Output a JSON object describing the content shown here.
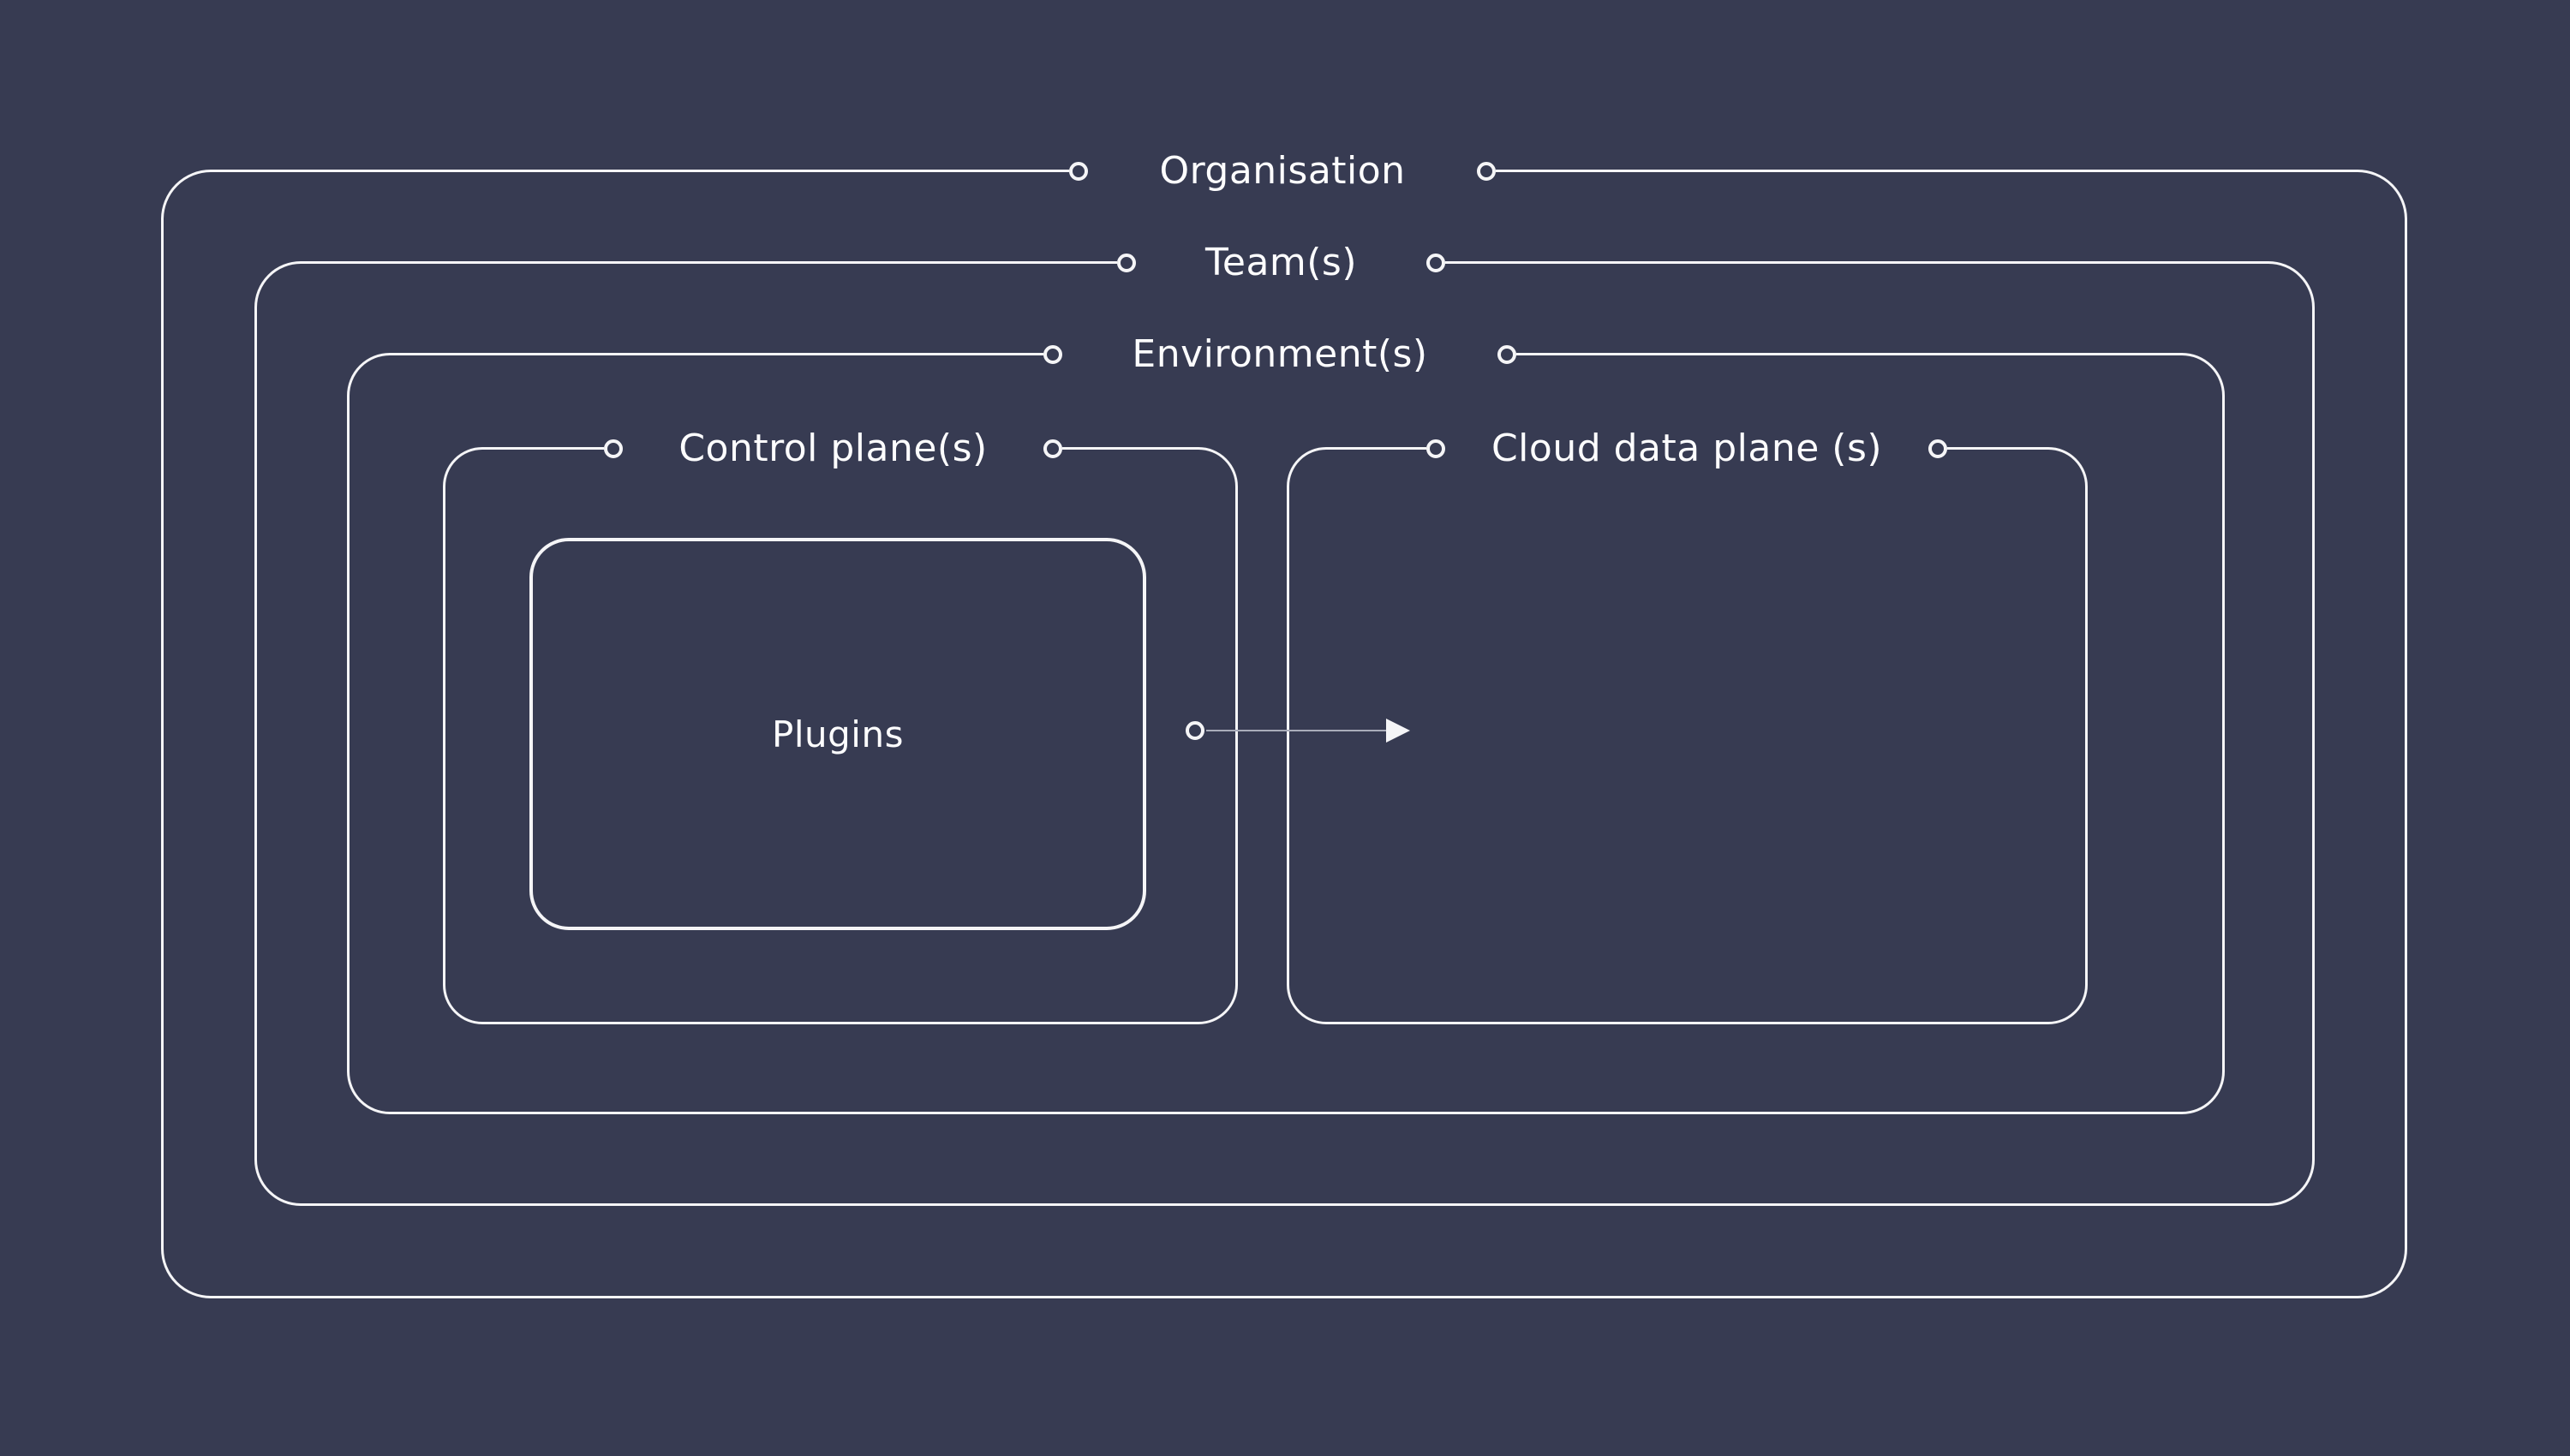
{
  "diagram": {
    "labels": {
      "organisation": "Organisation",
      "teams": "Team(s)",
      "environments": "Environment(s)",
      "control_plane": "Control plane(s)",
      "cloud_data_plane": "Cloud data plane (s)",
      "plugins": "Plugins"
    },
    "colors": {
      "background": "#373b52",
      "line": "#f5f5f7",
      "text": "#fdfdfe",
      "arrow_line": "#a9acba"
    },
    "relations": {
      "nesting": "Organisation > Team(s) > Environment(s) > [Control plane(s) > Plugins | Cloud data plane (s)]",
      "arrow": "Plugins area to Cloud data plane (s)"
    }
  }
}
